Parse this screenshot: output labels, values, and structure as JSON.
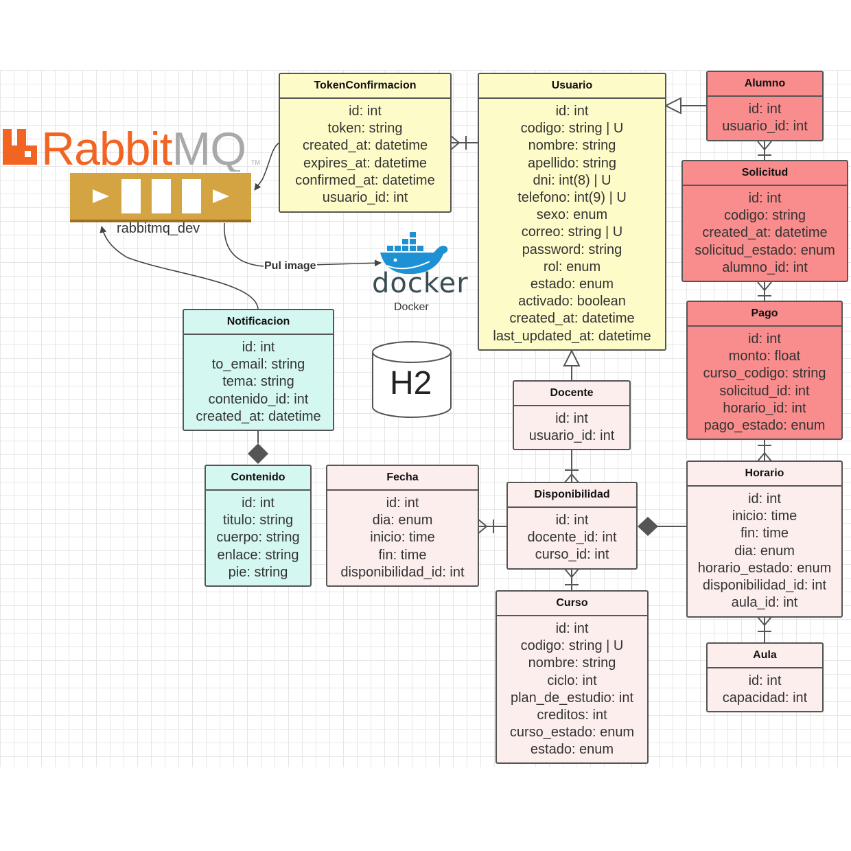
{
  "rabbitmq": {
    "logo_text": "RabbitMQ",
    "trademark": "TM",
    "queue_label": "rabbitmq_dev"
  },
  "docker": {
    "logo_text": "docker",
    "caption": "Docker"
  },
  "connector_label": "Pul image",
  "database_label": "H2",
  "entities": {
    "token": {
      "title": "TokenConfirmacion",
      "fields": [
        "id: int",
        "token: string",
        "created_at: datetime",
        "expires_at: datetime",
        "confirmed_at: datetime",
        "usuario_id: int"
      ]
    },
    "usuario": {
      "title": "Usuario",
      "fields": [
        "id: int",
        "codigo: string | U",
        "nombre: string",
        "apellido: string",
        "dni: int(8) | U",
        "telefono: int(9) | U",
        "sexo: enum",
        "correo: string | U",
        "password: string",
        "rol: enum",
        "estado: enum",
        "activado: boolean",
        "created_at: datetime",
        "last_updated_at: datetime"
      ]
    },
    "alumno": {
      "title": "Alumno",
      "fields": [
        "id: int",
        "usuario_id: int"
      ]
    },
    "solicitud": {
      "title": "Solicitud",
      "fields": [
        "id: int",
        "codigo: string",
        "created_at: datetime",
        "solicitud_estado: enum",
        "alumno_id: int"
      ]
    },
    "pago": {
      "title": "Pago",
      "fields": [
        "id: int",
        "monto: float",
        "curso_codigo: string",
        "solicitud_id: int",
        "horario_id: int",
        "pago_estado: enum"
      ]
    },
    "notificacion": {
      "title": "Notificacion",
      "fields": [
        "id: int",
        "to_email: string",
        "tema: string",
        "contenido_id: int",
        "created_at: datetime"
      ]
    },
    "docente": {
      "title": "Docente",
      "fields": [
        "id: int",
        "usuario_id: int"
      ]
    },
    "contenido": {
      "title": "Contenido",
      "fields": [
        "id: int",
        "titulo: string",
        "cuerpo: string",
        "enlace: string",
        "pie: string"
      ]
    },
    "fecha": {
      "title": "Fecha",
      "fields": [
        "id: int",
        "dia: enum",
        "inicio: time",
        "fin: time",
        "disponibilidad_id: int"
      ]
    },
    "disponibilidad": {
      "title": "Disponibilidad",
      "fields": [
        "id: int",
        "docente_id: int",
        "curso_id: int"
      ]
    },
    "horario": {
      "title": "Horario",
      "fields": [
        "id: int",
        "inicio: time",
        "fin: time",
        "dia: enum",
        "horario_estado: enum",
        "disponibilidad_id: int",
        "aula_id: int"
      ]
    },
    "curso": {
      "title": "Curso",
      "fields": [
        "id: int",
        "codigo: string | U",
        "nombre: string",
        "ciclo: int",
        "plan_de_estudio: int",
        "creditos: int",
        "curso_estado: enum",
        "estado: enum"
      ]
    },
    "aula": {
      "title": "Aula",
      "fields": [
        "id: int",
        "capacidad: int"
      ]
    }
  },
  "colors": {
    "usuario_group": "#fdfcc8",
    "alumno_group": "#f98c8c",
    "docente_group": "#fdeeee",
    "notificacion_group": "#d4f7f1",
    "rabbitmq_orange": "#f26422",
    "rabbitmq_gray": "#a7aaa9",
    "queue_gold": "#d4a443",
    "docker_blue": "#1d91d3",
    "docker_text": "#394d54"
  }
}
